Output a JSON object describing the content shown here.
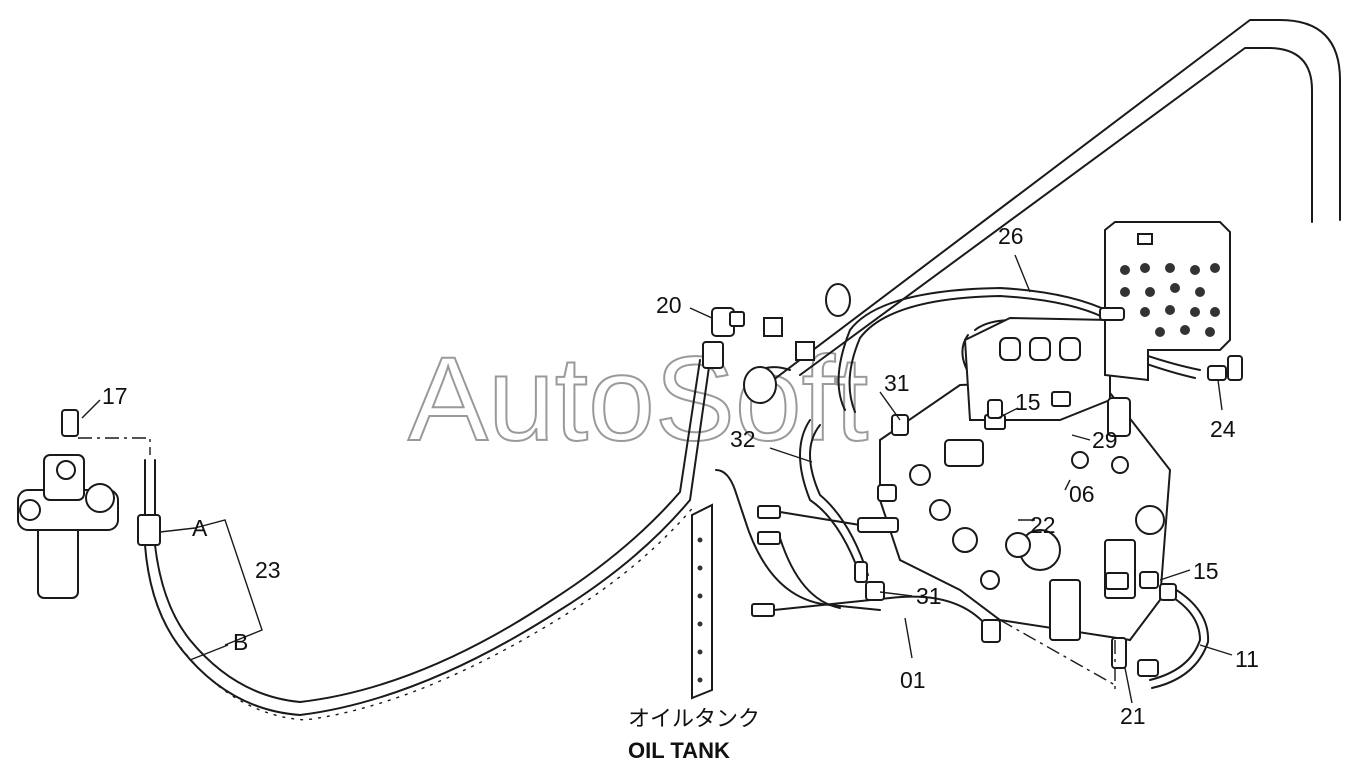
{
  "watermark": "AutoSoft",
  "labels": {
    "oil_tank_jp": "オイルタンク",
    "oil_tank_en": "OIL TANK",
    "hose_end_a": "A",
    "hose_end_b": "B"
  },
  "callouts": {
    "c17": "17",
    "c20": "20",
    "c23": "23",
    "c26": "26",
    "c24": "24",
    "c31_top": "31",
    "c32": "32",
    "c15_top": "15",
    "c29": "29",
    "c06": "06",
    "c22": "22",
    "c31_bottom": "31",
    "c15_right": "15",
    "c11": "11",
    "c01": "01",
    "c21": "21"
  }
}
